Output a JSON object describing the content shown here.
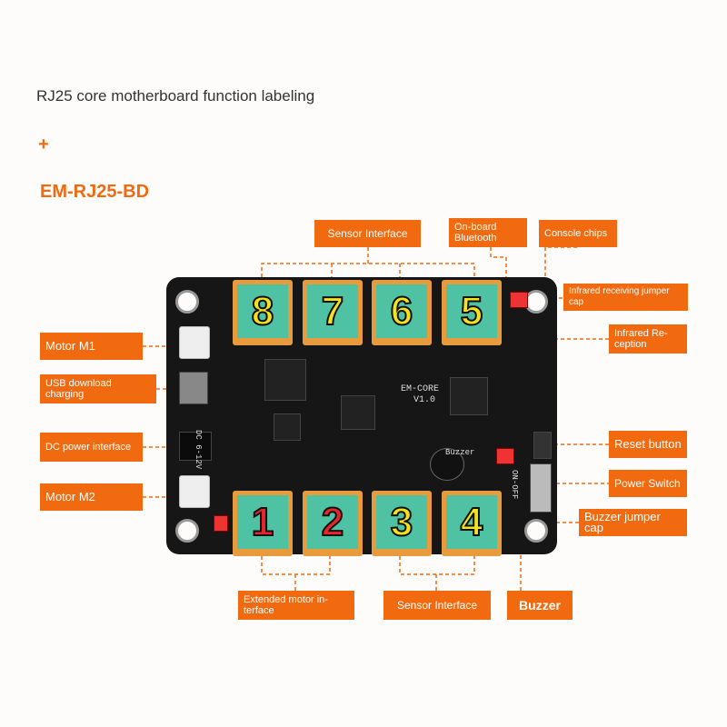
{
  "heading": "RJ25 core motherboard function labeling",
  "plus": "+",
  "model": "EM-RJ25-BD",
  "labels": {
    "sensor_interface_top": "Sensor Interface",
    "onboard_bluetooth": "On-board Bluetooth",
    "console_chips": "Console chips",
    "infrared_jumper": "Infrared receiving jumper cap",
    "infrared_reception": "Infrared Re-ception",
    "motor_m1": "Motor M1",
    "usb_download": "USB download charging",
    "dc_power": "DC power interface",
    "motor_m2": "Motor M2",
    "reset_button": "Reset button",
    "power_switch": "Power Switch",
    "buzzer_jumper": "Buzzer jumper cap",
    "extended_motor": "Extended motor in-terface",
    "sensor_interface_bottom": "Sensor Interface",
    "buzzer": "Buzzer"
  },
  "ports_top": [
    "8",
    "7",
    "6",
    "5"
  ],
  "ports_bottom": [
    "1",
    "2",
    "3",
    "4"
  ],
  "board": {
    "name": "EM-CORE",
    "version": "V1.0",
    "dc_text": "DC 6-12V",
    "buzzer_text": "Buzzer",
    "on_off_text": "ON-OFF"
  },
  "colors": {
    "accent": "#f26a10",
    "port_face": "#4fc2a3",
    "port_frame": "#e89b3c",
    "digit_yellow": "#f5e21a",
    "digit_red": "#e6262a",
    "board": "#161616"
  }
}
